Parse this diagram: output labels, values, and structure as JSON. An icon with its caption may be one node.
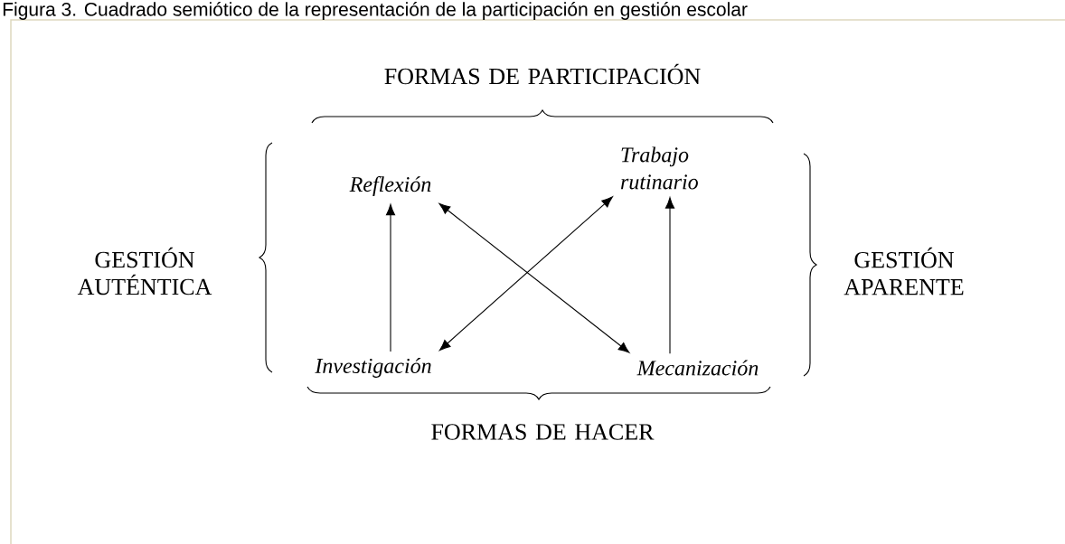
{
  "diagram": {
    "title": "Figura 3. Cuadrado semiótico de la representación de la participación en gestión escolar",
    "nodes": [
      {
        "text": [
          "Reflexión"
        ]
      },
      {
        "text": [
          "Trabajo rutinario"
        ]
      },
      {
        "text": [
          "Investigación"
        ]
      },
      {
        "text": [
          "Mecanización"
        ]
      }
    ],
    "edges": [
      {
        "from": 2,
        "to": 0,
        "arrow": "to"
      },
      {
        "from": 3,
        "to": 1,
        "arrow": "to"
      },
      {
        "from": 0,
        "to": 3,
        "arrow": "both"
      },
      {
        "from": 2,
        "to": 1,
        "arrow": "both"
      }
    ],
    "labels": [
      "FORMAS DE PARTICIPACIÓN",
      "GESTIÓN AUTÉNTICA",
      "GESTIÓN APARENTE",
      "FORMAS DE HACER"
    ]
  }
}
